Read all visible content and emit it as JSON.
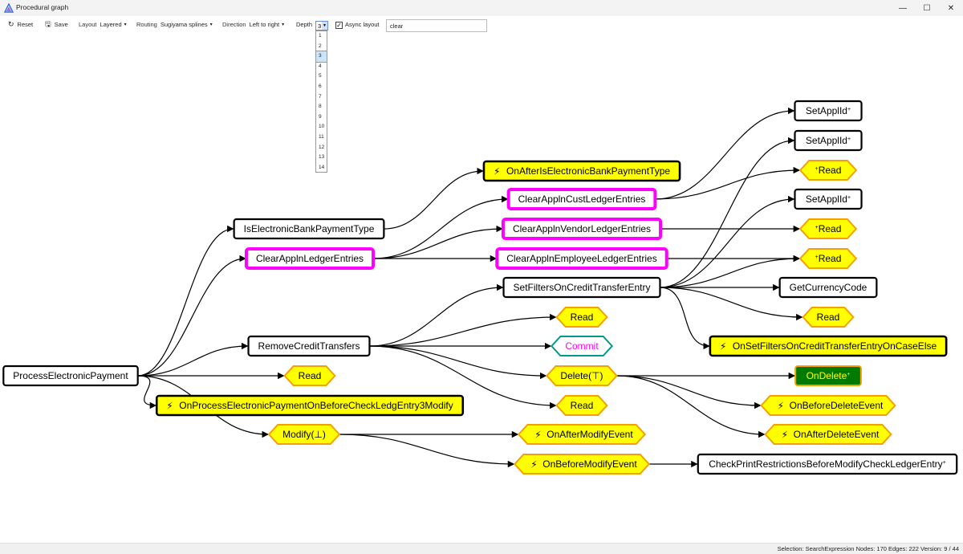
{
  "window": {
    "title": "Procedural graph",
    "minimize": "—",
    "maximize": "☐",
    "close": "✕"
  },
  "toolbar": {
    "reset": "Reset",
    "save": "Save",
    "layout_label": "Layout",
    "layout_value": "Layered",
    "routing_label": "Routing",
    "routing_value": "Sugiyama splines",
    "direction_label": "Direction",
    "direction_value": "Left to right",
    "depth_label": "Depth",
    "depth_value": "3",
    "async_checked": "✓",
    "async_label": "Async layout",
    "search_value": "clear"
  },
  "depth_options": [
    "1",
    "2",
    "3",
    "4",
    "5",
    "6",
    "7",
    "8",
    "9",
    "10",
    "11",
    "12",
    "13",
    "14"
  ],
  "graph": {
    "nodes": [
      {
        "id": "pep",
        "label": "ProcessElectronicPayment",
        "kind": "method"
      },
      {
        "id": "iebpt",
        "label": "IsElectronicBankPaymentType",
        "kind": "method"
      },
      {
        "id": "caple",
        "label": "ClearApplnLedgerEntries",
        "kind": "match"
      },
      {
        "id": "rct",
        "label": "RemoveCreditTransfers",
        "kind": "method"
      },
      {
        "id": "read1",
        "label": "Read",
        "kind": "op"
      },
      {
        "id": "opep",
        "label": "OnProcessElectronicPaymentOnBeforeCheckLedgEntry3Modify",
        "kind": "event"
      },
      {
        "id": "modify",
        "label": "Modify(⊥)",
        "kind": "op"
      },
      {
        "id": "oaiebpt",
        "label": "OnAfterIsElectronicBankPaymentType",
        "kind": "event"
      },
      {
        "id": "capcust",
        "label": "ClearApplnCustLedgerEntries",
        "kind": "match"
      },
      {
        "id": "capvend",
        "label": "ClearApplnVendorLedgerEntries",
        "kind": "match"
      },
      {
        "id": "capemp",
        "label": "ClearApplnEmployeeLedgerEntries",
        "kind": "match"
      },
      {
        "id": "sfocte",
        "label": "SetFiltersOnCreditTransferEntry",
        "kind": "method"
      },
      {
        "id": "read2",
        "label": "Read",
        "kind": "op"
      },
      {
        "id": "commit",
        "label": "Commit",
        "kind": "commit"
      },
      {
        "id": "delete",
        "label": "Delete(⊤)",
        "kind": "op"
      },
      {
        "id": "read3",
        "label": "Read",
        "kind": "op"
      },
      {
        "id": "oame",
        "label": "OnAfterModifyEvent",
        "kind": "opevent"
      },
      {
        "id": "obme",
        "label": "OnBeforeModifyEvent",
        "kind": "opevent"
      },
      {
        "id": "sai1",
        "label": "SetApplId",
        "sup": "+",
        "kind": "method"
      },
      {
        "id": "sai2",
        "label": "SetApplId",
        "sup": "+",
        "kind": "method"
      },
      {
        "id": "read4",
        "label": "Read",
        "pre": "+",
        "kind": "op"
      },
      {
        "id": "sai3",
        "label": "SetApplId",
        "sup": "+",
        "kind": "method"
      },
      {
        "id": "read5",
        "label": "Read",
        "pre": "+",
        "kind": "op"
      },
      {
        "id": "read6",
        "label": "Read",
        "pre": "+",
        "kind": "op"
      },
      {
        "id": "gcc",
        "label": "GetCurrencyCode",
        "kind": "method"
      },
      {
        "id": "read7",
        "label": "Read",
        "kind": "op"
      },
      {
        "id": "osfocte",
        "label": "OnSetFiltersOnCreditTransferEntryOnCaseElse",
        "kind": "event"
      },
      {
        "id": "ondelete",
        "label": "OnDelete",
        "sup": "+",
        "kind": "trigger"
      },
      {
        "id": "obde",
        "label": "OnBeforeDeleteEvent",
        "kind": "opevent"
      },
      {
        "id": "oade",
        "label": "OnAfterDeleteEvent",
        "kind": "opevent"
      },
      {
        "id": "cprb",
        "label": "CheckPrintRestrictionsBeforeModifyCheckLedgerEntry",
        "sup": "+",
        "kind": "method"
      }
    ],
    "edges": [
      [
        "pep",
        "iebpt"
      ],
      [
        "pep",
        "caple"
      ],
      [
        "pep",
        "rct"
      ],
      [
        "pep",
        "read1"
      ],
      [
        "pep",
        "opep"
      ],
      [
        "pep",
        "modify"
      ],
      [
        "iebpt",
        "oaiebpt"
      ],
      [
        "caple",
        "capcust"
      ],
      [
        "caple",
        "capvend"
      ],
      [
        "caple",
        "capemp"
      ],
      [
        "rct",
        "sfocte"
      ],
      [
        "rct",
        "read2"
      ],
      [
        "rct",
        "commit"
      ],
      [
        "rct",
        "delete"
      ],
      [
        "rct",
        "read3"
      ],
      [
        "modify",
        "oame"
      ],
      [
        "modify",
        "obme"
      ],
      [
        "capcust",
        "sai1"
      ],
      [
        "capcust",
        "read4"
      ],
      [
        "capvend",
        "read5"
      ],
      [
        "capemp",
        "read6"
      ],
      [
        "sfocte",
        "sai2"
      ],
      [
        "sfocte",
        "sai3"
      ],
      [
        "sfocte",
        "gcc"
      ],
      [
        "sfocte",
        "read7"
      ],
      [
        "sfocte",
        "osfocte"
      ],
      [
        "sfocte",
        "read6"
      ],
      [
        "delete",
        "ondelete"
      ],
      [
        "delete",
        "obde"
      ],
      [
        "delete",
        "oade"
      ],
      [
        "obme",
        "cprb"
      ]
    ]
  },
  "status": "Selection: SearchExpression  Nodes: 170  Edges: 222  Version: 9 / 44",
  "colors": {
    "match_border": "#ff00ff",
    "op_fill": "#ffff00",
    "op_border": "#f5a000",
    "event_fill": "#ffff00",
    "trigger_fill": "#007a00",
    "trigger_text": "#ffff00",
    "commit_border": "#00998a",
    "commit_text": "#ff00ff"
  }
}
